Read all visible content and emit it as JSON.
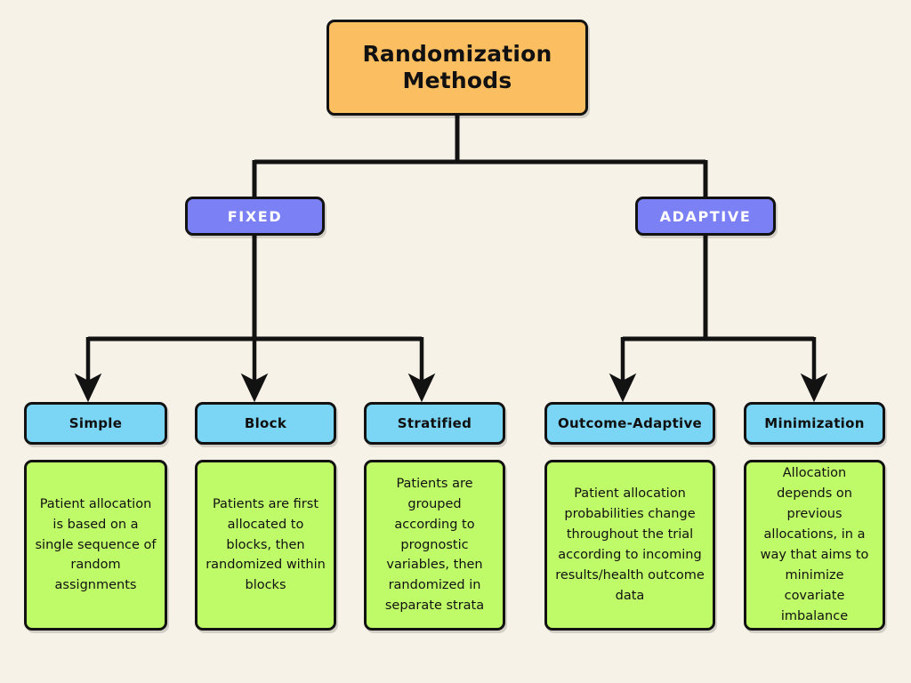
{
  "diagram": {
    "title": "Randomization Methods",
    "background_color": "#f6f2e8",
    "root": {
      "label": "Randomization Methods",
      "color": "#fbbe61"
    },
    "branches": [
      {
        "label": "FIXED",
        "color": "#7b81f5"
      },
      {
        "label": "ADAPTIVE",
        "color": "#7b81f5"
      }
    ],
    "methods": [
      {
        "name": "Simple",
        "description": "Patient allocation is based on a single sequence of random assignments",
        "branch": "FIXED",
        "header_color": "#7bd5f5",
        "body_color": "#bffb68"
      },
      {
        "name": "Block",
        "description": "Patients are first allocated to blocks, then randomized within blocks",
        "branch": "FIXED",
        "header_color": "#7bd5f5",
        "body_color": "#bffb68"
      },
      {
        "name": "Stratified",
        "description": "Patients are grouped according to prognostic variables, then randomized in separate strata",
        "branch": "FIXED",
        "header_color": "#7bd5f5",
        "body_color": "#bffb68"
      },
      {
        "name": "Outcome-Adaptive",
        "description": "Patient allocation probabilities change throughout the trial according to incoming results/health outcome data",
        "branch": "ADAPTIVE",
        "header_color": "#7bd5f5",
        "body_color": "#bffb68"
      },
      {
        "name": "Minimization",
        "description": "Allocation depends on previous allocations, in a way that aims to minimize covariate imbalance",
        "branch": "ADAPTIVE",
        "header_color": "#7bd5f5",
        "body_color": "#bffb68"
      }
    ],
    "connector_color": "#121212"
  }
}
